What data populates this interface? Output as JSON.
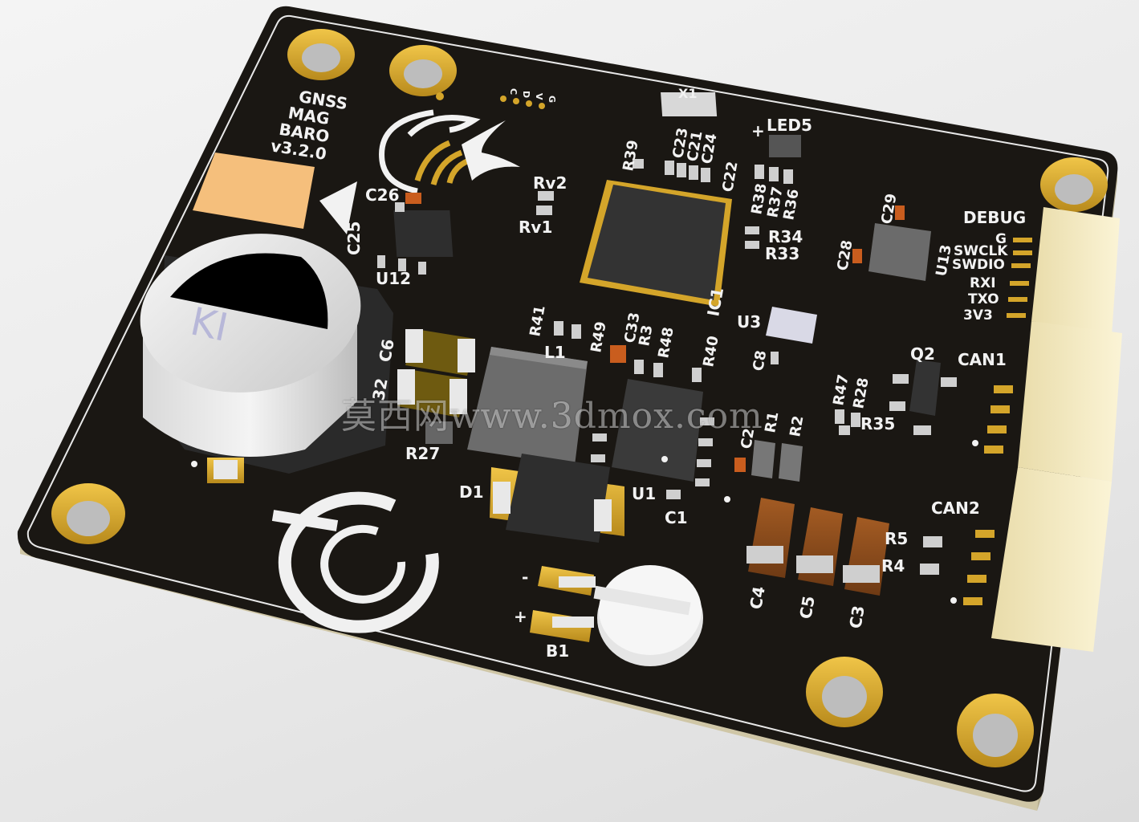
{
  "board": {
    "product_lines": [
      "GNSS",
      "MAG",
      "BARO"
    ],
    "version": "v3.2.0",
    "cap_marking": "KI",
    "colors": {
      "solder_mask": "#1a1713",
      "gold": "#d4a52a",
      "silkscreen": "#f2f2f2",
      "connector": "#f4ecc8",
      "chip": "#2e2e2e"
    }
  },
  "connectors": {
    "debug": {
      "title": "DEBUG",
      "pins": [
        "G",
        "SWCLK",
        "SWDIO",
        "RXI",
        "TXO",
        "3V3"
      ]
    },
    "can1": "CAN1",
    "can2": "CAN2",
    "top_header_pins": [
      "C",
      "D",
      "V",
      "G"
    ]
  },
  "designators": {
    "X1": "X1",
    "LED5": "LED5",
    "LED5_plus": "+",
    "C23": "C23",
    "C21": "C21",
    "C24": "C24",
    "C22": "C22",
    "R39": "R39",
    "R38": "R38",
    "R37": "R37",
    "R36": "R36",
    "Rv2": "Rv2",
    "Rv1": "Rv1",
    "C26": "C26",
    "C25": "C25",
    "U12": "U12",
    "C29": "C29",
    "C28": "C28",
    "U13": "U13",
    "R34": "R34",
    "R33": "R33",
    "IC1": "IC1",
    "U3": "U3",
    "C8": "C8",
    "R41": "R41",
    "R49": "R49",
    "C33": "C33",
    "R3": "R3",
    "R48": "R48",
    "R40": "R40",
    "L1": "L1",
    "C6": "C6",
    "C32": "32",
    "R27": "R27",
    "D1": "D1",
    "U1": "U1",
    "C1": "C1",
    "C2": "C2",
    "R1": "R1",
    "R2": "R2",
    "R47": "R47",
    "R28": "R28",
    "R35": "R35",
    "Q2": "Q2",
    "R5": "R5",
    "R4": "R4",
    "C4": "C4",
    "C5": "C5",
    "C3": "C3",
    "B1": "B1",
    "B1_minus": "-",
    "B1_plus": "+"
  },
  "watermark": "莫西网www.3dmox.com"
}
